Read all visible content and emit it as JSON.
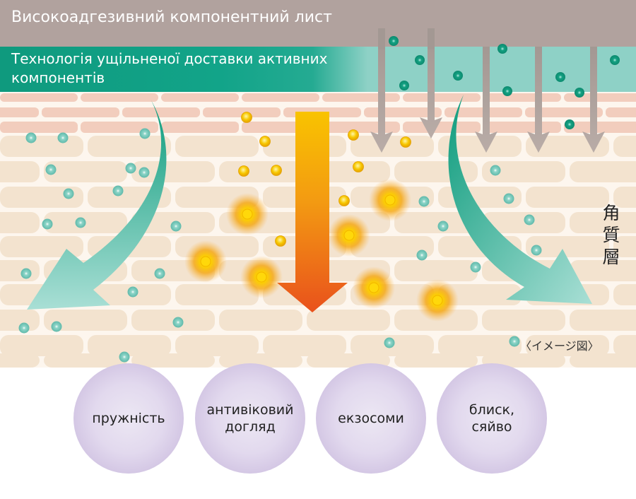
{
  "header": {
    "sheet_title": "Високоадгезивний компонентний лист",
    "delivery_title": "Технологія ущільненої доставки активних компонентів"
  },
  "skin_label": "角質層",
  "caption": "〈イメージ図〉",
  "benefits": [
    {
      "label": "пружність"
    },
    {
      "label": "антивіковий\nдогляд"
    },
    {
      "label": "екзосоми"
    },
    {
      "label": "блиск,\nсяйво"
    }
  ],
  "colors": {
    "sheet_band": "#b1a29e",
    "delivery_band": "#12a489",
    "delivery_band_light": "#8ed1c6",
    "skin_brick": "#f3e3cf",
    "top_brick": "#f2cdbd",
    "teal_particle": "#6cc2b4",
    "gold_particle": "#f5c400",
    "orange_arrow_top": "#f9c300",
    "orange_arrow_bottom": "#e9511c",
    "bubble": "#d9cfe7"
  },
  "icons": {
    "teal_particle": "teal-particle-icon",
    "gold_particle": "gold-particle-icon",
    "glow": "glow-icon"
  }
}
